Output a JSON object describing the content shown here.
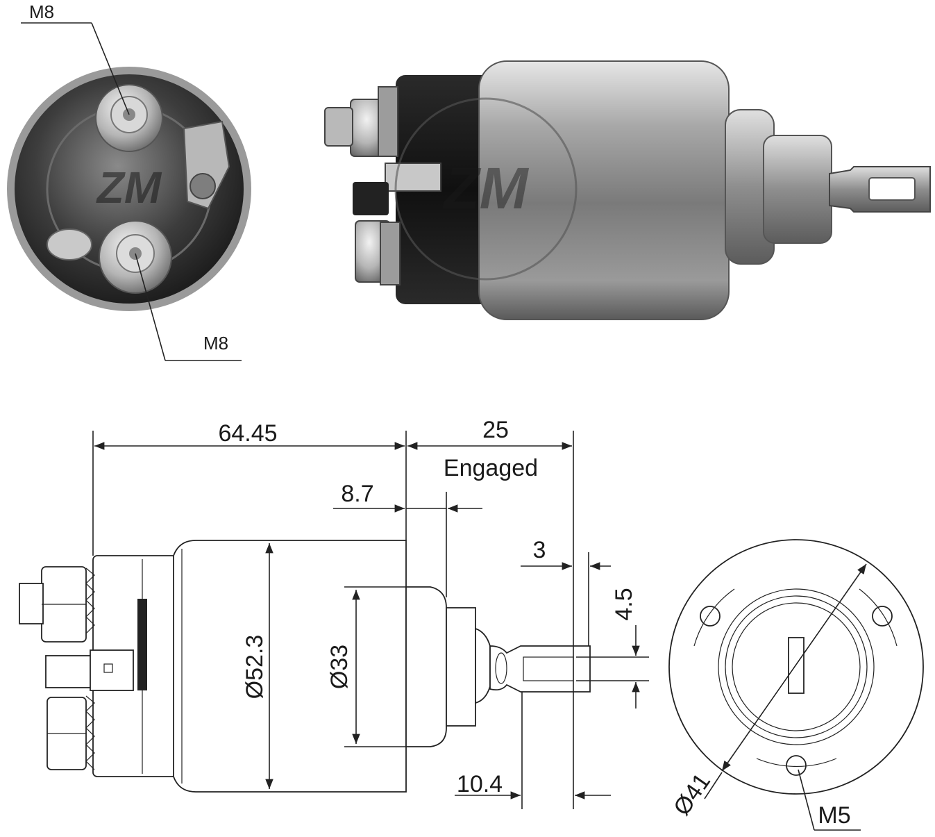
{
  "photo_labels": {
    "terminal_top": "M8",
    "terminal_bottom": "M8"
  },
  "dimensions": {
    "overall_length": "64.45",
    "stroke": "25",
    "stroke_note": "Engaged",
    "flange_offset": "8.7",
    "body_diameter": "Ø52.3",
    "neck_diameter": "Ø33",
    "eye_offset": "3",
    "eye_width": "4.5",
    "eye_length": "10.4",
    "bolt_circle": "Ø41",
    "mount_thread": "M5"
  },
  "watermark": "ZM",
  "colors": {
    "line": "#222222",
    "metal_dark": "#3a3a3a",
    "metal_mid": "#8c8c8c",
    "metal_light": "#d9d9d9"
  }
}
